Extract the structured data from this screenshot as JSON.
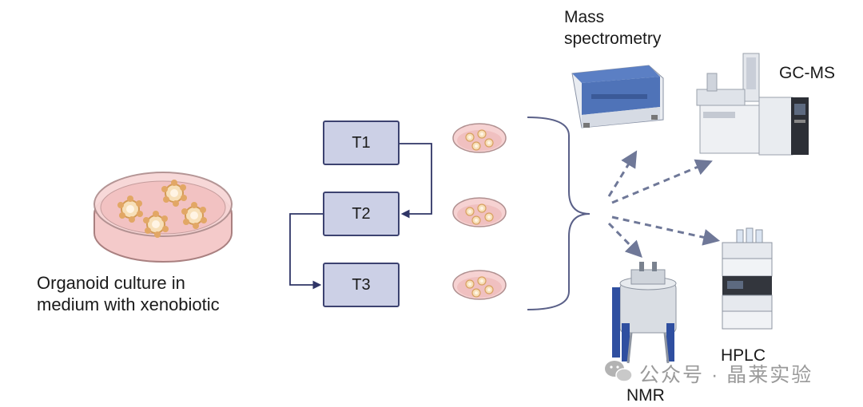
{
  "labels": {
    "organoid_line1": "Organoid culture in",
    "organoid_line2": "medium with xenobiotic",
    "mass_line1": "Mass",
    "mass_line2": "spectrometry",
    "gcms": "GC-MS",
    "nmr": "NMR",
    "hplc": "HPLC"
  },
  "timepoints": [
    {
      "label": "T1"
    },
    {
      "label": "T2"
    },
    {
      "label": "T3"
    }
  ],
  "watermark": {
    "text": "公众号 · 晶莱实验",
    "icon": "wechat-icon"
  },
  "colors": {
    "box_fill": "#ccd0e6",
    "box_border": "#3c4270",
    "arrow": "#6f7898",
    "dish_medium": "#f3c4c4",
    "organoid": "#e9b77a",
    "instrument_blue": "#5b7fc4"
  }
}
